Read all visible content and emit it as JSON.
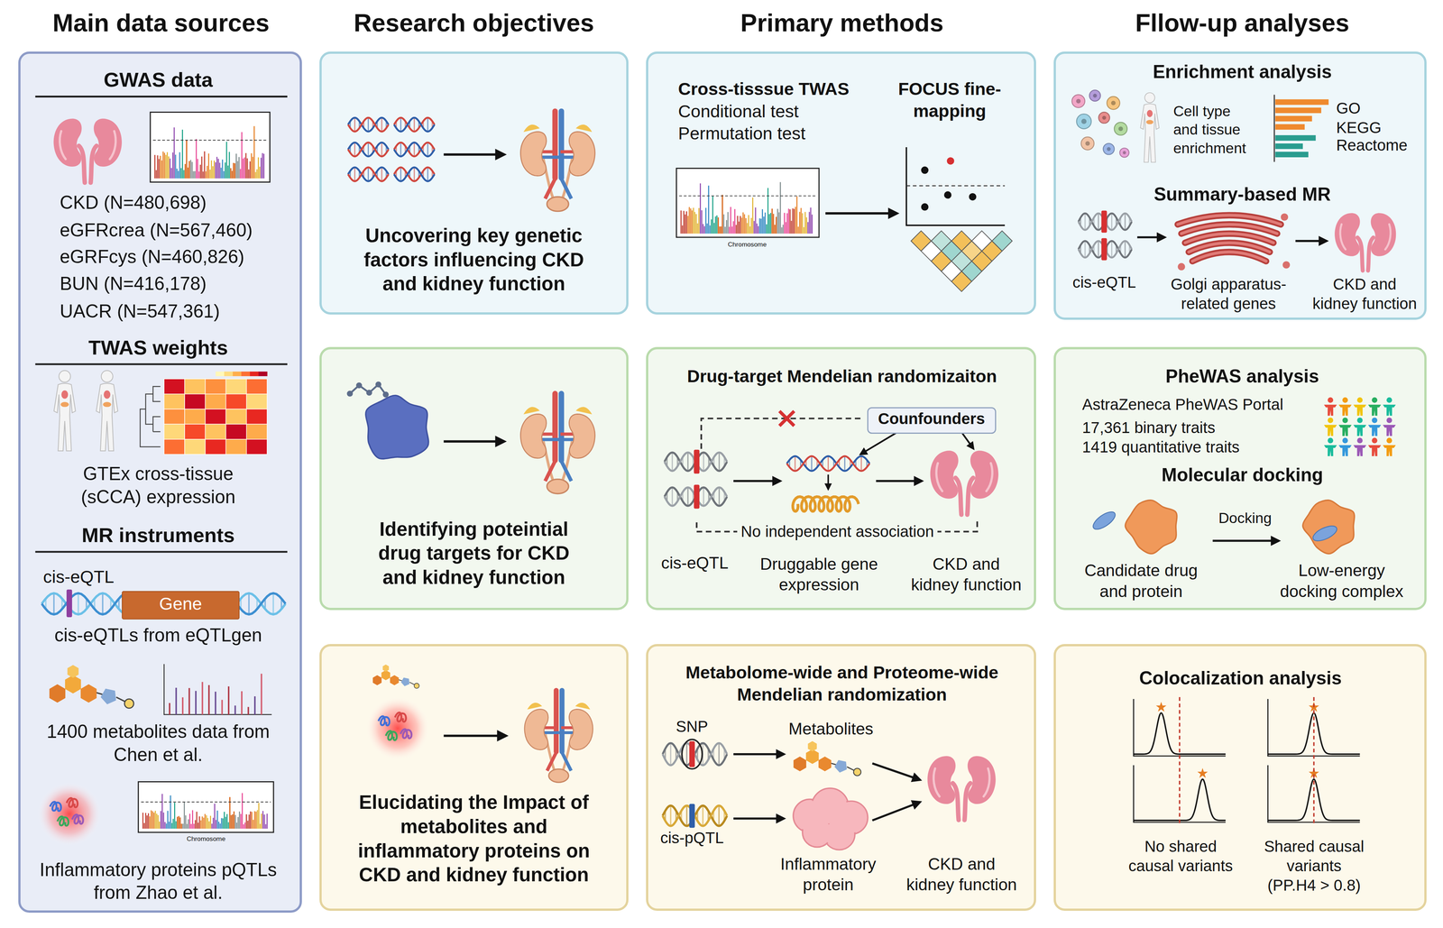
{
  "diagram": {
    "nodes": [
      {
        "text": [
          "Main data sources",
          "GWAS data",
          "CKD (N=480,698)",
          "eGFRcrea (N=567,460)",
          "eGRFcys (N=460,826)",
          "BUN (N=416,178)",
          "UACR (N=547,361)",
          "TWAS weights",
          "GTEx cross-tissue (sCCA) expression",
          "MR instruments",
          "cis-eQTL",
          "cis-eQTLs from eQTLgen",
          "1400 metabolites data from Chen et al.",
          "Inflammatory proteins pQTLs from Zhao et al.",
          "Chromosome"
        ]
      },
      {
        "text": [
          "Gene"
        ],
        "in": 0
      },
      {
        "text": [
          "Research objectives",
          "Uncovering key genetic factors influencing CKD and kidney function"
        ]
      },
      {
        "text": [
          "Primary methods",
          "Cross-tisssue TWAS",
          "Conditional test",
          "Permutation test",
          "FOCUS fine-mapping",
          "Chromosome"
        ]
      },
      {
        "text": [
          "Fllow-up analyses",
          "Enrichment analysis",
          "Cell type and tissue enrichment",
          "GO",
          "KEGG",
          "Reactome",
          "Summary-based MR",
          "cis-eQTL",
          "Golgi apparatus-related genes",
          "CKD and kidney function"
        ]
      },
      {
        "text": [
          "Identifying poteintial drug targets for CKD and kidney function"
        ]
      },
      {
        "text": [
          "Drug-target Mendelian randomizaiton",
          "cis-eQTL",
          "No independent association",
          "Druggable gene expression",
          "CKD and kidney function"
        ]
      },
      {
        "text": [
          "Counfounders"
        ],
        "in": 6
      },
      {
        "text": [
          "PheWAS analysis",
          "AstraZeneca PheWAS Portal",
          "17,361 binary traits",
          "1419 quantitative traits",
          "Molecular docking",
          "Docking",
          "Candidate drug and protein",
          "Low-energy docking complex"
        ]
      },
      {
        "text": [
          "Elucidating the Impact of metabolites and inflammatory proteins on CKD and kidney function"
        ]
      },
      {
        "text": [
          "Metabolome-wide and Proteome-wide Mendelian randomization",
          "SNP",
          "Metabolites",
          "cis-pQTL",
          "Inflammatory protein",
          "CKD and kidney function"
        ]
      },
      {
        "text": [
          "Colocalization analysis",
          "No shared causal variants",
          "Shared causal variants (PP.H4 > 0.8)"
        ]
      }
    ]
  }
}
